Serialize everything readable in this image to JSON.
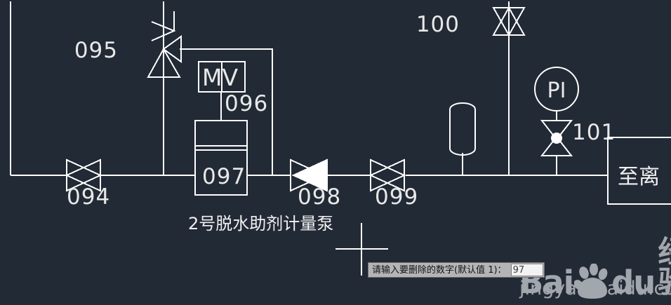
{
  "canvas": {
    "background_color": "#222a35",
    "line_color": "#ffffff",
    "label_color": "#e8e8e8"
  },
  "diagram": {
    "title_note": "2号脱水助剂计量泵",
    "destination_box_label": "至离",
    "equipment": {
      "pump_tag": "097",
      "pump_caption": "2号脱水助剂计量泵",
      "motor_label": "MV",
      "motor_tag": "096",
      "dampener_name": "pulsation-dampener",
      "instrument_bubble": "PI"
    },
    "tags": {
      "valve_094": "094",
      "valve_095": "095",
      "motor_096": "096",
      "pump_097": "097",
      "check_valve_098": "098",
      "valve_099": "099",
      "valve_100": "100",
      "valve_101": "101"
    }
  },
  "prompt": {
    "label": "请输入要删除的数字(默认值 1)：",
    "value": "97",
    "placeholder": "1"
  },
  "watermark": {
    "brand_latin": "Bai",
    "brand_suffix": "du",
    "brand_cn": "经验",
    "url": "jingyan.baidu.com"
  }
}
